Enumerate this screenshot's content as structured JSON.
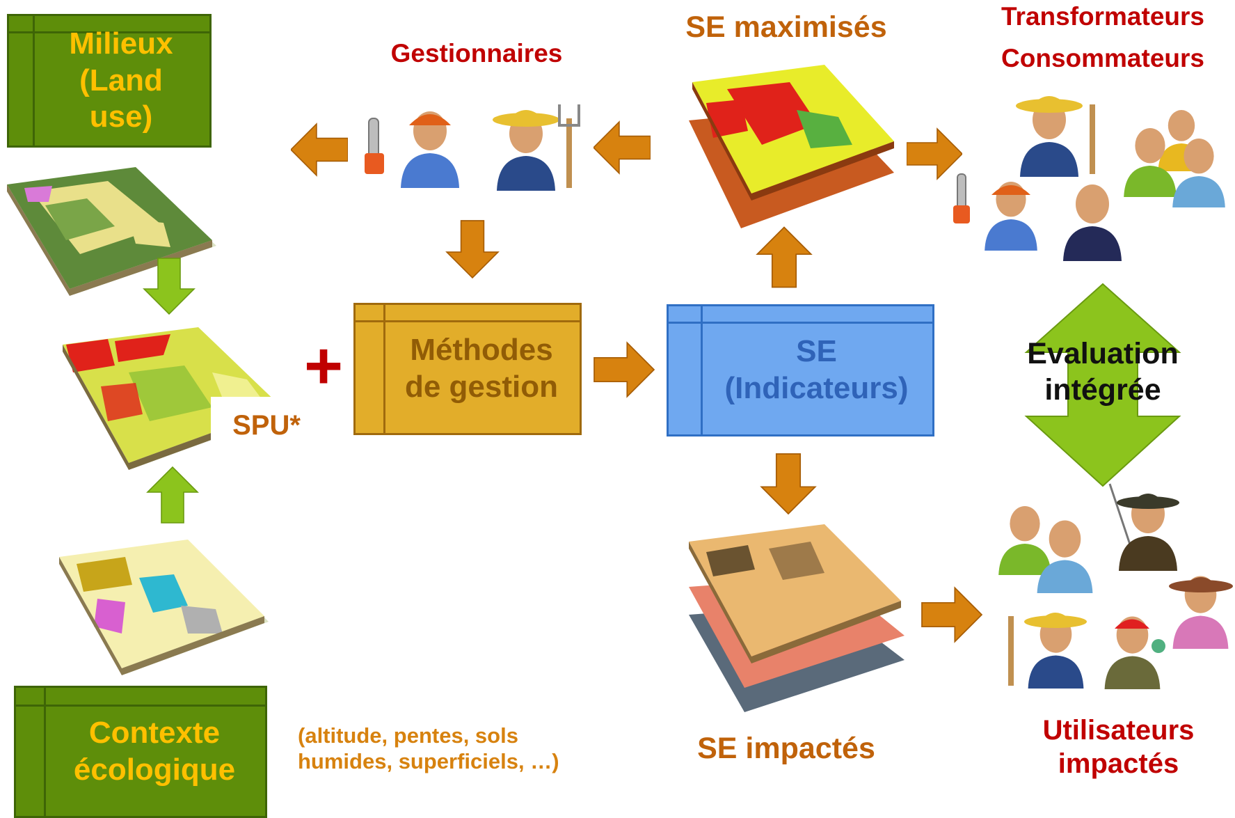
{
  "labels": {
    "gestionnaires": "Gestionnaires",
    "se_maximises": "SE maximisés",
    "transformateurs": "Transformateurs",
    "consommateurs": "Consommateurs",
    "evaluation_line1": "Evaluation",
    "evaluation_line2": "intégrée",
    "spu": "SPU*",
    "plus": "+",
    "se_impactes": "SE impactés",
    "utilisateurs_line1": "Utilisateurs",
    "utilisateurs_line2": "impactés",
    "contexte_note_line1": "(altitude, pentes, sols",
    "contexte_note_line2": "humides, superficiels, …)"
  },
  "boxes": {
    "milieux": {
      "line1": "Milieux",
      "line2": "(Land",
      "line3": "use)"
    },
    "methodes": {
      "line1": "Méthodes",
      "line2": "de gestion"
    },
    "se": {
      "line1": "SE",
      "line2": "(Indicateurs)"
    },
    "contexte": {
      "line1": "Contexte",
      "line2": "écologique"
    }
  },
  "icons": [
    "chainsaw-worker-icon",
    "farmer-icon",
    "businessman-icon",
    "couple-icon",
    "group-icon",
    "fisherman-icon",
    "hiker-icon",
    "cowgirl-icon"
  ],
  "colors": {
    "orange_arrow": "#d7820f",
    "green_arrow": "#8cc41d",
    "red_text": "#c00000",
    "orange_text": "#c0620a",
    "gold_text": "#ffc000"
  }
}
